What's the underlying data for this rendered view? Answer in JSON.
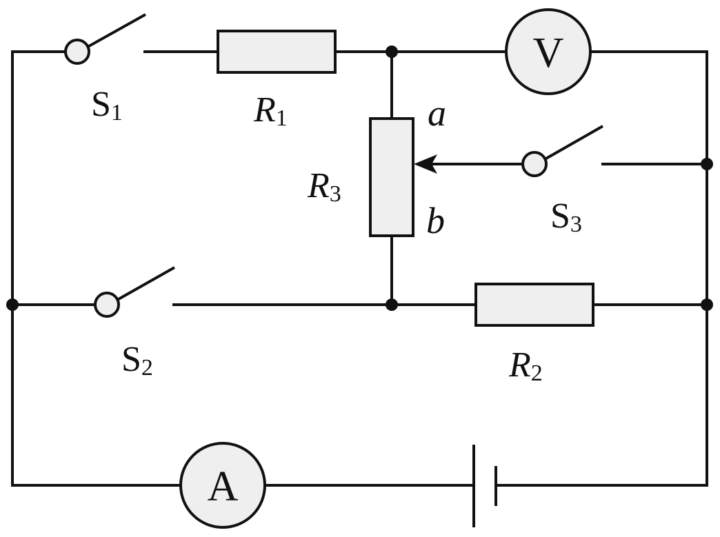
{
  "colors": {
    "line": "#111111",
    "component_fill": "#efefef",
    "background": "#ffffff"
  },
  "meters": {
    "voltmeter": "V",
    "ammeter": "A"
  },
  "resistors": {
    "r1": {
      "letter": "R",
      "sub": "1"
    },
    "r2": {
      "letter": "R",
      "sub": "2"
    },
    "r3": {
      "letter": "R",
      "sub": "3"
    }
  },
  "switches": {
    "s1": {
      "letter": "S",
      "sub": "1"
    },
    "s2": {
      "letter": "S",
      "sub": "2"
    },
    "s3": {
      "letter": "S",
      "sub": "3"
    }
  },
  "rheostat_ends": {
    "a": "a",
    "b": "b"
  }
}
